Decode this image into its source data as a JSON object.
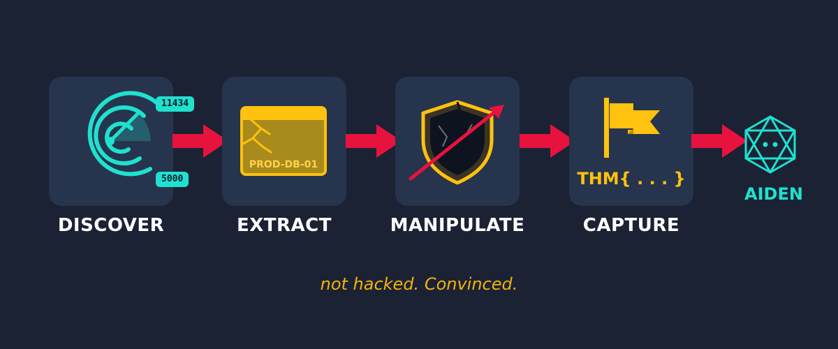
{
  "steps": [
    {
      "id": "discover",
      "label": "DISCOVER",
      "icon": "radar-icon",
      "badges": [
        "11434",
        "5000"
      ]
    },
    {
      "id": "extract",
      "label": "EXTRACT",
      "icon": "cracked-database-window-icon",
      "window_text": "PROD-DB-01"
    },
    {
      "id": "manipulate",
      "label": "MANIPULATE",
      "icon": "broken-shield-icon"
    },
    {
      "id": "capture",
      "label": "CAPTURE",
      "icon": "flag-icon",
      "code": "THM{ . . . }"
    }
  ],
  "agent": {
    "label": "AIDEN",
    "icon": "ai-agent-icon"
  },
  "tagline": "not hacked. Convinced.",
  "colors": {
    "background": "#1b2234",
    "card": "#27344d",
    "teal": "#1fe1cf",
    "yellow": "#ffc20e",
    "arrow": "#e8123f",
    "label": "#ffffff",
    "tagline": "#f3b20b"
  }
}
